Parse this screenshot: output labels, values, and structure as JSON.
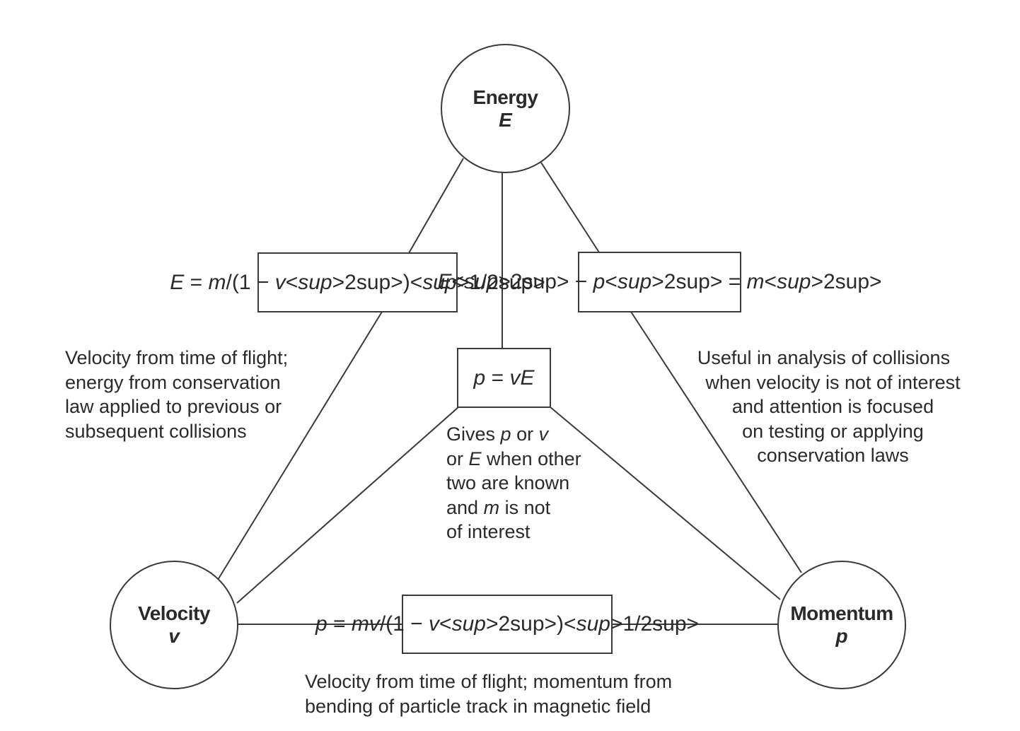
{
  "nodes": {
    "energy": {
      "label": "Energy",
      "symbol": "E"
    },
    "velocity": {
      "label": "Velocity",
      "symbol": "v"
    },
    "momentum": {
      "label": "Momentum",
      "symbol": "p"
    }
  },
  "equations": {
    "energy_velocity": {
      "text": "E = m/(1 − v²)^1/2"
    },
    "energy_momentum": {
      "text": "E² − p² = m²"
    },
    "center": {
      "text": "p = vE"
    },
    "velocity_momentum": {
      "text": "p = mv/(1 − v²)^1/2"
    }
  },
  "notes": {
    "left": [
      "Velocity from time of flight;",
      "energy from conservation",
      "law applied to previous or",
      "subsequent collisions"
    ],
    "right": [
      "Useful in analysis of collisions",
      "when velocity is not of interest",
      "and attention is focused",
      "on testing or applying",
      "conservation laws"
    ],
    "center": [
      "Gives p or v",
      "or E when other",
      "two are known",
      "and m is not",
      "of interest"
    ],
    "bottom": [
      "Velocity from time of flight; momentum from",
      "bending of particle track in magnetic field"
    ]
  }
}
